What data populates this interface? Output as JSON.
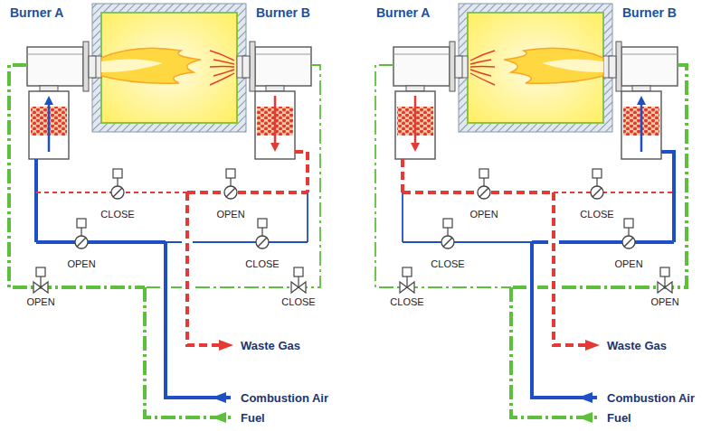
{
  "diagram": {
    "nodes": [
      {
        "text": [
          "Burner A"
        ]
      },
      {
        "text": [
          "Burner B"
        ]
      },
      {
        "text": [
          "Burner A"
        ]
      },
      {
        "text": [
          "Burner B"
        ]
      }
    ],
    "labels": [
      "CLOSE",
      "OPEN",
      "OPEN",
      "CLOSE",
      "OPEN",
      "CLOSE",
      "Waste Gas",
      "Combustion Air",
      "Fuel",
      "OPEN",
      "CLOSE",
      "CLOSE",
      "OPEN",
      "CLOSE",
      "OPEN",
      "Waste Gas",
      "Combustion Air",
      "Fuel"
    ]
  }
}
